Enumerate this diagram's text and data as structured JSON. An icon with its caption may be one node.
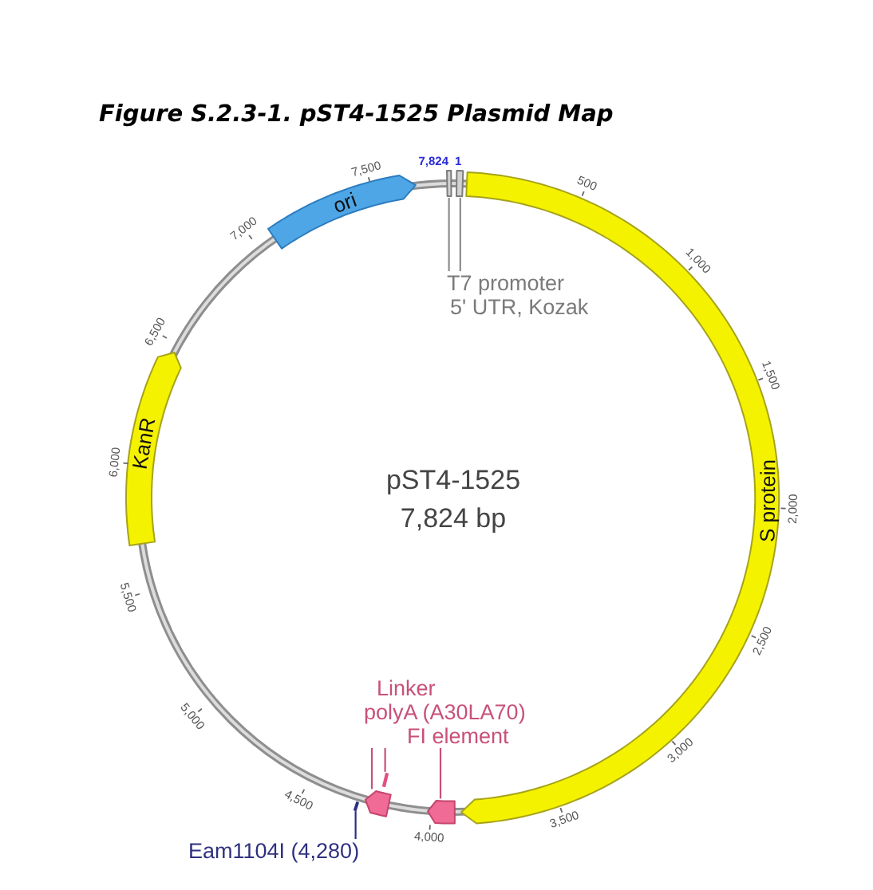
{
  "diagram": {
    "title": "Figure S.2.3-1. pST4-1525 Plasmid Map",
    "nodes": [
      {
        "text": [],
        "shape": "bar"
      },
      {
        "text": [],
        "shape": "bar"
      },
      {
        "text": [
          "ori"
        ]
      },
      {
        "text": [
          "T7 promoter",
          "5' UTR, Kozak"
        ]
      },
      {
        "text": [
          "S protein"
        ]
      },
      {
        "text": [
          "KanR"
        ]
      },
      {
        "text": [
          "Linker",
          "polyA (A30LA70)",
          "FI element"
        ]
      },
      {
        "text": [],
        "shape": "bar"
      },
      {
        "text": [],
        "shape": "box"
      },
      {
        "text": [],
        "shape": "box"
      },
      {
        "text": [],
        "shape": "bar"
      },
      {
        "text": [
          "Eam1104I (4,280)"
        ]
      }
    ],
    "edges": [
      {
        "from": 3,
        "to": 0,
        "arrow": "none",
        "color": "#8c8c8c"
      },
      {
        "from": 3,
        "to": 1,
        "arrow": "none",
        "color": "#8c8c8c"
      },
      {
        "from": 6,
        "to": 7,
        "arrow": "none"
      },
      {
        "from": 6,
        "to": 8,
        "arrow": "none"
      },
      {
        "from": 6,
        "to": 9,
        "arrow": "none"
      },
      {
        "from": 11,
        "to": 10,
        "arrow": "none",
        "color": "#2e3080"
      }
    ],
    "labels": [
      "7,824",
      "1",
      "500",
      "1,000",
      "1,500",
      "2,000",
      "2,500",
      "3,000",
      "3,500",
      "4,000",
      "4,500",
      "5,000",
      "5,500",
      "6,000",
      "6,500",
      "7,000",
      "7,500",
      "pST4-1525",
      "7,824 bp"
    ]
  }
}
